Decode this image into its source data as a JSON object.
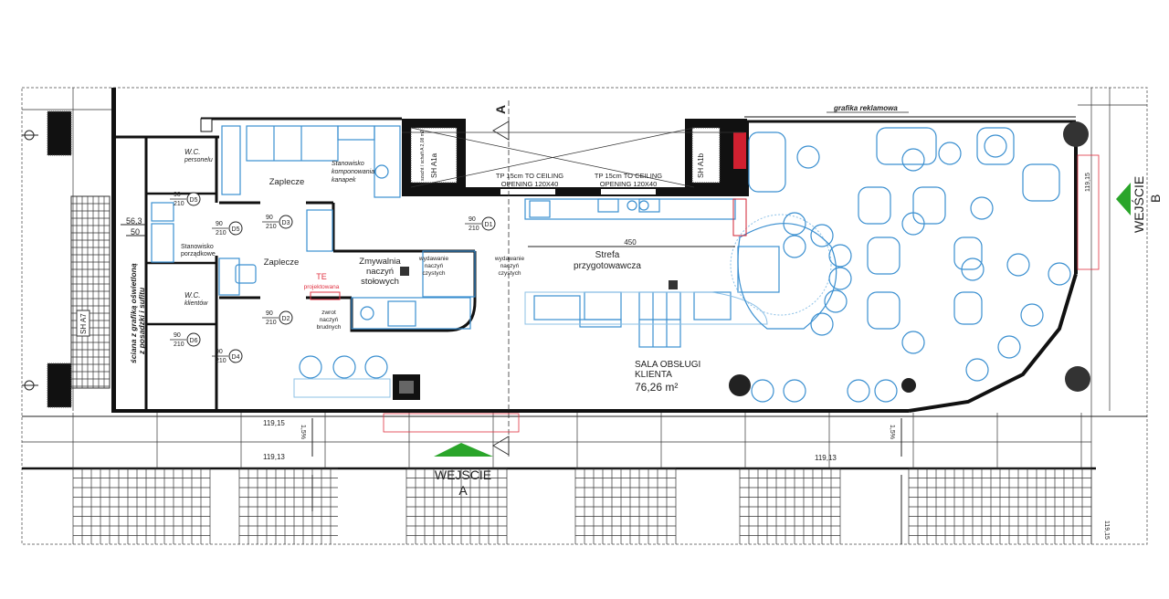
{
  "rooms": {
    "zaplecze_1": "Zaplecze",
    "zaplecze_2": "Zaplecze",
    "komponowanie": [
      "Stanowisko",
      "komponowania",
      "kanapek"
    ],
    "wc_personelu": [
      "W.C.",
      "personelu"
    ],
    "wc_klientow": [
      "W.C.",
      "klientów"
    ],
    "porzadkowe": [
      "Stanowisko",
      "porządkowe"
    ],
    "zmywalnia": [
      "Zmywalnia",
      "naczyń",
      "stołowych"
    ],
    "wydawanie_1": [
      "wydawanie",
      "naczyń",
      "czystych"
    ],
    "wydawanie_2": [
      "wydawanie",
      "naczyń",
      "czystych"
    ],
    "zwrot": [
      "zwrot",
      "naczyń",
      "brudnych"
    ],
    "te": [
      "TE",
      "projektowana"
    ],
    "strefa": [
      "Strefa",
      "przygotowawcza"
    ],
    "sala": [
      "SALA OBSŁUGI",
      "KLIENTA"
    ],
    "sala_area": "76,26 m²"
  },
  "openings": [
    [
      "TP 15cm TO CEILING",
      "OPENING 120X40"
    ],
    [
      "TP 15cm TO CEILING",
      "OPENING 120X40"
    ]
  ],
  "shafts": {
    "a1a": "SH A1a",
    "a1b": "SH A1b",
    "a7": "SH A7",
    "note": "szacht / schaft A 2,08 m2"
  },
  "annotations": {
    "grafika": "grafika reklamowa",
    "sciana": [
      "ściana z grafiką oświetloną",
      "z posadzki i sufitu"
    ]
  },
  "doors": [
    {
      "tag": "D1",
      "w": "90",
      "h": "210"
    },
    {
      "tag": "D2",
      "w": "90",
      "h": "210"
    },
    {
      "tag": "D3",
      "w": "90",
      "h": "210"
    },
    {
      "tag": "D4",
      "w": "90",
      "h": "210"
    },
    {
      "tag": "D5",
      "w": "90",
      "h": "210"
    },
    {
      "tag": "D5",
      "w": "90",
      "h": "210"
    },
    {
      "tag": "D6",
      "w": "90",
      "h": "210"
    }
  ],
  "dimensions": {
    "d1": "56,3",
    "d2": "50",
    "d3": "450"
  },
  "levels": {
    "l1": "119,15",
    "l2": "119,13",
    "l3": "119,13",
    "l4": "119,15",
    "l5": "119,15",
    "slope1": "1,5%",
    "slope2": "1,5%"
  },
  "entrances": {
    "a": [
      "WEJŚCIE",
      "A"
    ],
    "b": [
      "WEJŚCIE",
      "B"
    ]
  },
  "section_marks": {
    "a": "A"
  },
  "colors": {
    "equipment": "#3a8fd0",
    "entrance": "#2aa52a",
    "projected": "#e03040",
    "wall": "#111111"
  }
}
